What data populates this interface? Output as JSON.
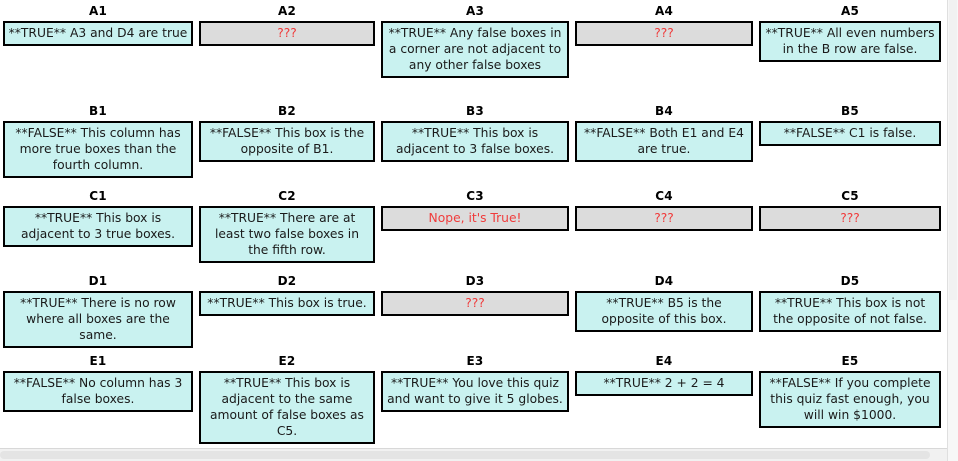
{
  "colors": {
    "answered_fill": "#c9f2f0",
    "unanswered_fill": "#dcdcdc",
    "box_border": "#000000",
    "special_text": "#f03c3c",
    "page_background": "#ffffff"
  },
  "grid": {
    "row_labels": [
      "A",
      "B",
      "C",
      "D",
      "E"
    ],
    "column_labels": [
      "1",
      "2",
      "3",
      "4",
      "5"
    ],
    "rows": [
      {
        "id": "A",
        "cells": [
          {
            "label": "A1",
            "text": "**TRUE** A3 and D4 are true",
            "state": "answered"
          },
          {
            "label": "A2",
            "text": "???",
            "state": "unanswered"
          },
          {
            "label": "A3",
            "text": "**TRUE** Any false boxes in a corner are not adjacent to any other false boxes",
            "state": "answered"
          },
          {
            "label": "A4",
            "text": "???",
            "state": "unanswered"
          },
          {
            "label": "A5",
            "text": "**TRUE** All even numbers in the B row are false.",
            "state": "answered"
          }
        ]
      },
      {
        "id": "B",
        "cells": [
          {
            "label": "B1",
            "text": "**FALSE** This column has more true boxes than the fourth column.",
            "state": "answered"
          },
          {
            "label": "B2",
            "text": "**FALSE** This box is the opposite of B1.",
            "state": "answered"
          },
          {
            "label": "B3",
            "text": "**TRUE** This box is adjacent to 3 false boxes.",
            "state": "answered"
          },
          {
            "label": "B4",
            "text": "**FALSE** Both E1 and E4 are true.",
            "state": "answered"
          },
          {
            "label": "B5",
            "text": "**FALSE** C1 is false.",
            "state": "answered"
          }
        ]
      },
      {
        "id": "C",
        "cells": [
          {
            "label": "C1",
            "text": "**TRUE** This box is adjacent to 3 true boxes.",
            "state": "answered"
          },
          {
            "label": "C2",
            "text": "**TRUE** There are at least two false boxes in the fifth row.",
            "state": "answered"
          },
          {
            "label": "C3",
            "text": "Nope, it's True!",
            "state": "unanswered"
          },
          {
            "label": "C4",
            "text": "???",
            "state": "unanswered"
          },
          {
            "label": "C5",
            "text": "???",
            "state": "unanswered"
          }
        ]
      },
      {
        "id": "D",
        "cells": [
          {
            "label": "D1",
            "text": "**TRUE** There is no row where all boxes are the same.",
            "state": "answered"
          },
          {
            "label": "D2",
            "text": "**TRUE** This box is true.",
            "state": "answered"
          },
          {
            "label": "D3",
            "text": "???",
            "state": "unanswered"
          },
          {
            "label": "D4",
            "text": "**TRUE** B5 is the opposite of this box.",
            "state": "answered"
          },
          {
            "label": "D5",
            "text": "**TRUE** This box is not the opposite of not false.",
            "state": "answered"
          }
        ]
      },
      {
        "id": "E",
        "cells": [
          {
            "label": "E1",
            "text": "**FALSE** No column has 3 false boxes.",
            "state": "answered"
          },
          {
            "label": "E2",
            "text": "**TRUE** This box is adjacent to the same amount of false boxes as C5.",
            "state": "answered"
          },
          {
            "label": "E3",
            "text": "**TRUE** You love this quiz and want to give it 5 globes.",
            "state": "answered"
          },
          {
            "label": "E4",
            "text": "**TRUE** 2 + 2 = 4",
            "state": "answered"
          },
          {
            "label": "E5",
            "text": "**FALSE** If you complete this quiz fast enough, you will win $1000.",
            "state": "answered"
          }
        ]
      }
    ]
  },
  "scrollbars": {
    "horizontal_present": true,
    "vertical_present": true
  }
}
